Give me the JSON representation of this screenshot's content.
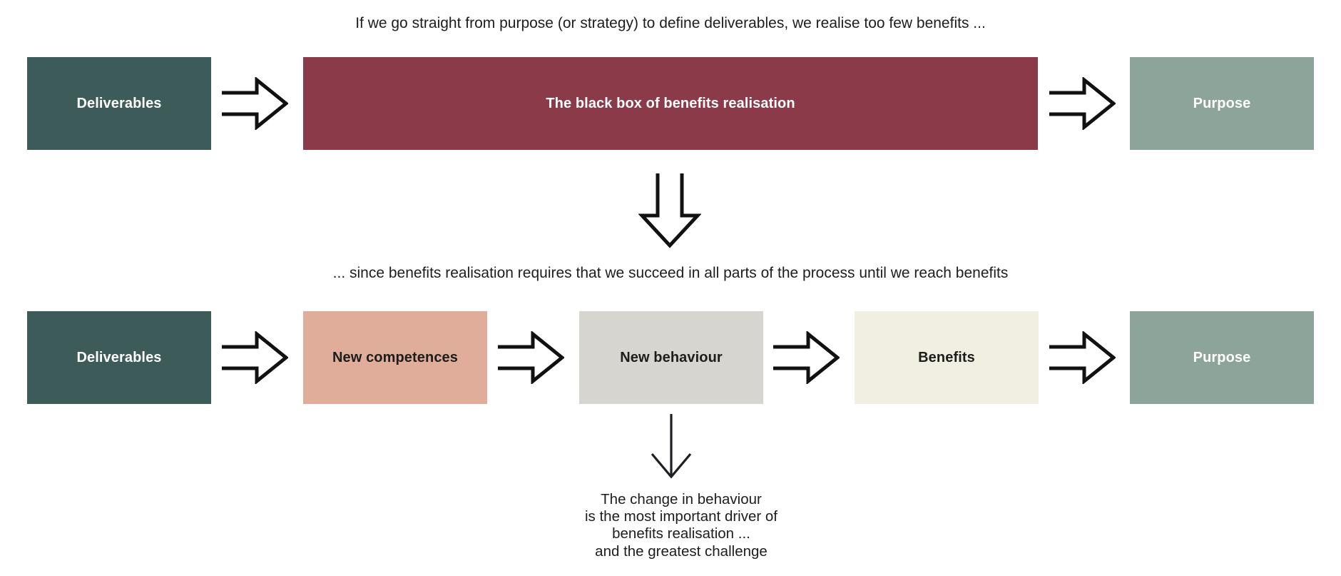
{
  "diagram": {
    "captions": {
      "top": "If we go straight from purpose (or strategy) to define deliverables, we realise too few benefits ...",
      "middle": "... since benefits realisation requires that we succeed in all parts of the process until we reach benefits",
      "bottom_lines": [
        "The change in behaviour",
        "is the most important driver of",
        "benefits realisation ...",
        "and the greatest challenge"
      ]
    },
    "row1": {
      "boxes": [
        {
          "label": "Deliverables",
          "color": "#3D5B59",
          "text_color": "#FFFFFF"
        },
        {
          "label": "The black box of benefits realisation",
          "color": "#8A3A48",
          "text_color": "#FFFFFF"
        },
        {
          "label": "Purpose",
          "color": "#8CA499",
          "text_color": "#FFFFFF"
        }
      ]
    },
    "row2": {
      "boxes": [
        {
          "label": "Deliverables",
          "color": "#3D5B59",
          "text_color": "#FFFFFF"
        },
        {
          "label": "New competences",
          "color": "#DFAD99",
          "text_color": "#1D1D1B"
        },
        {
          "label": "New behaviour",
          "color": "#D7D5CF",
          "text_color": "#1D1D1B"
        },
        {
          "label": "Benefits",
          "color": "#F1EFE1",
          "text_color": "#1D1D1B"
        },
        {
          "label": "Purpose",
          "color": "#8CA499",
          "text_color": "#FFFFFF"
        }
      ]
    },
    "connectors": {
      "row1_arrows": [
        "arrow-right",
        "arrow-right"
      ],
      "row2_arrows": [
        "arrow-right",
        "arrow-right",
        "arrow-right",
        "arrow-right"
      ],
      "between_rows": "arrow-down-block",
      "behaviour_note": "arrow-down-line"
    },
    "colors": {
      "background": "#FFFFFF",
      "outline": "#111111",
      "text": "#1D1D1B"
    }
  }
}
